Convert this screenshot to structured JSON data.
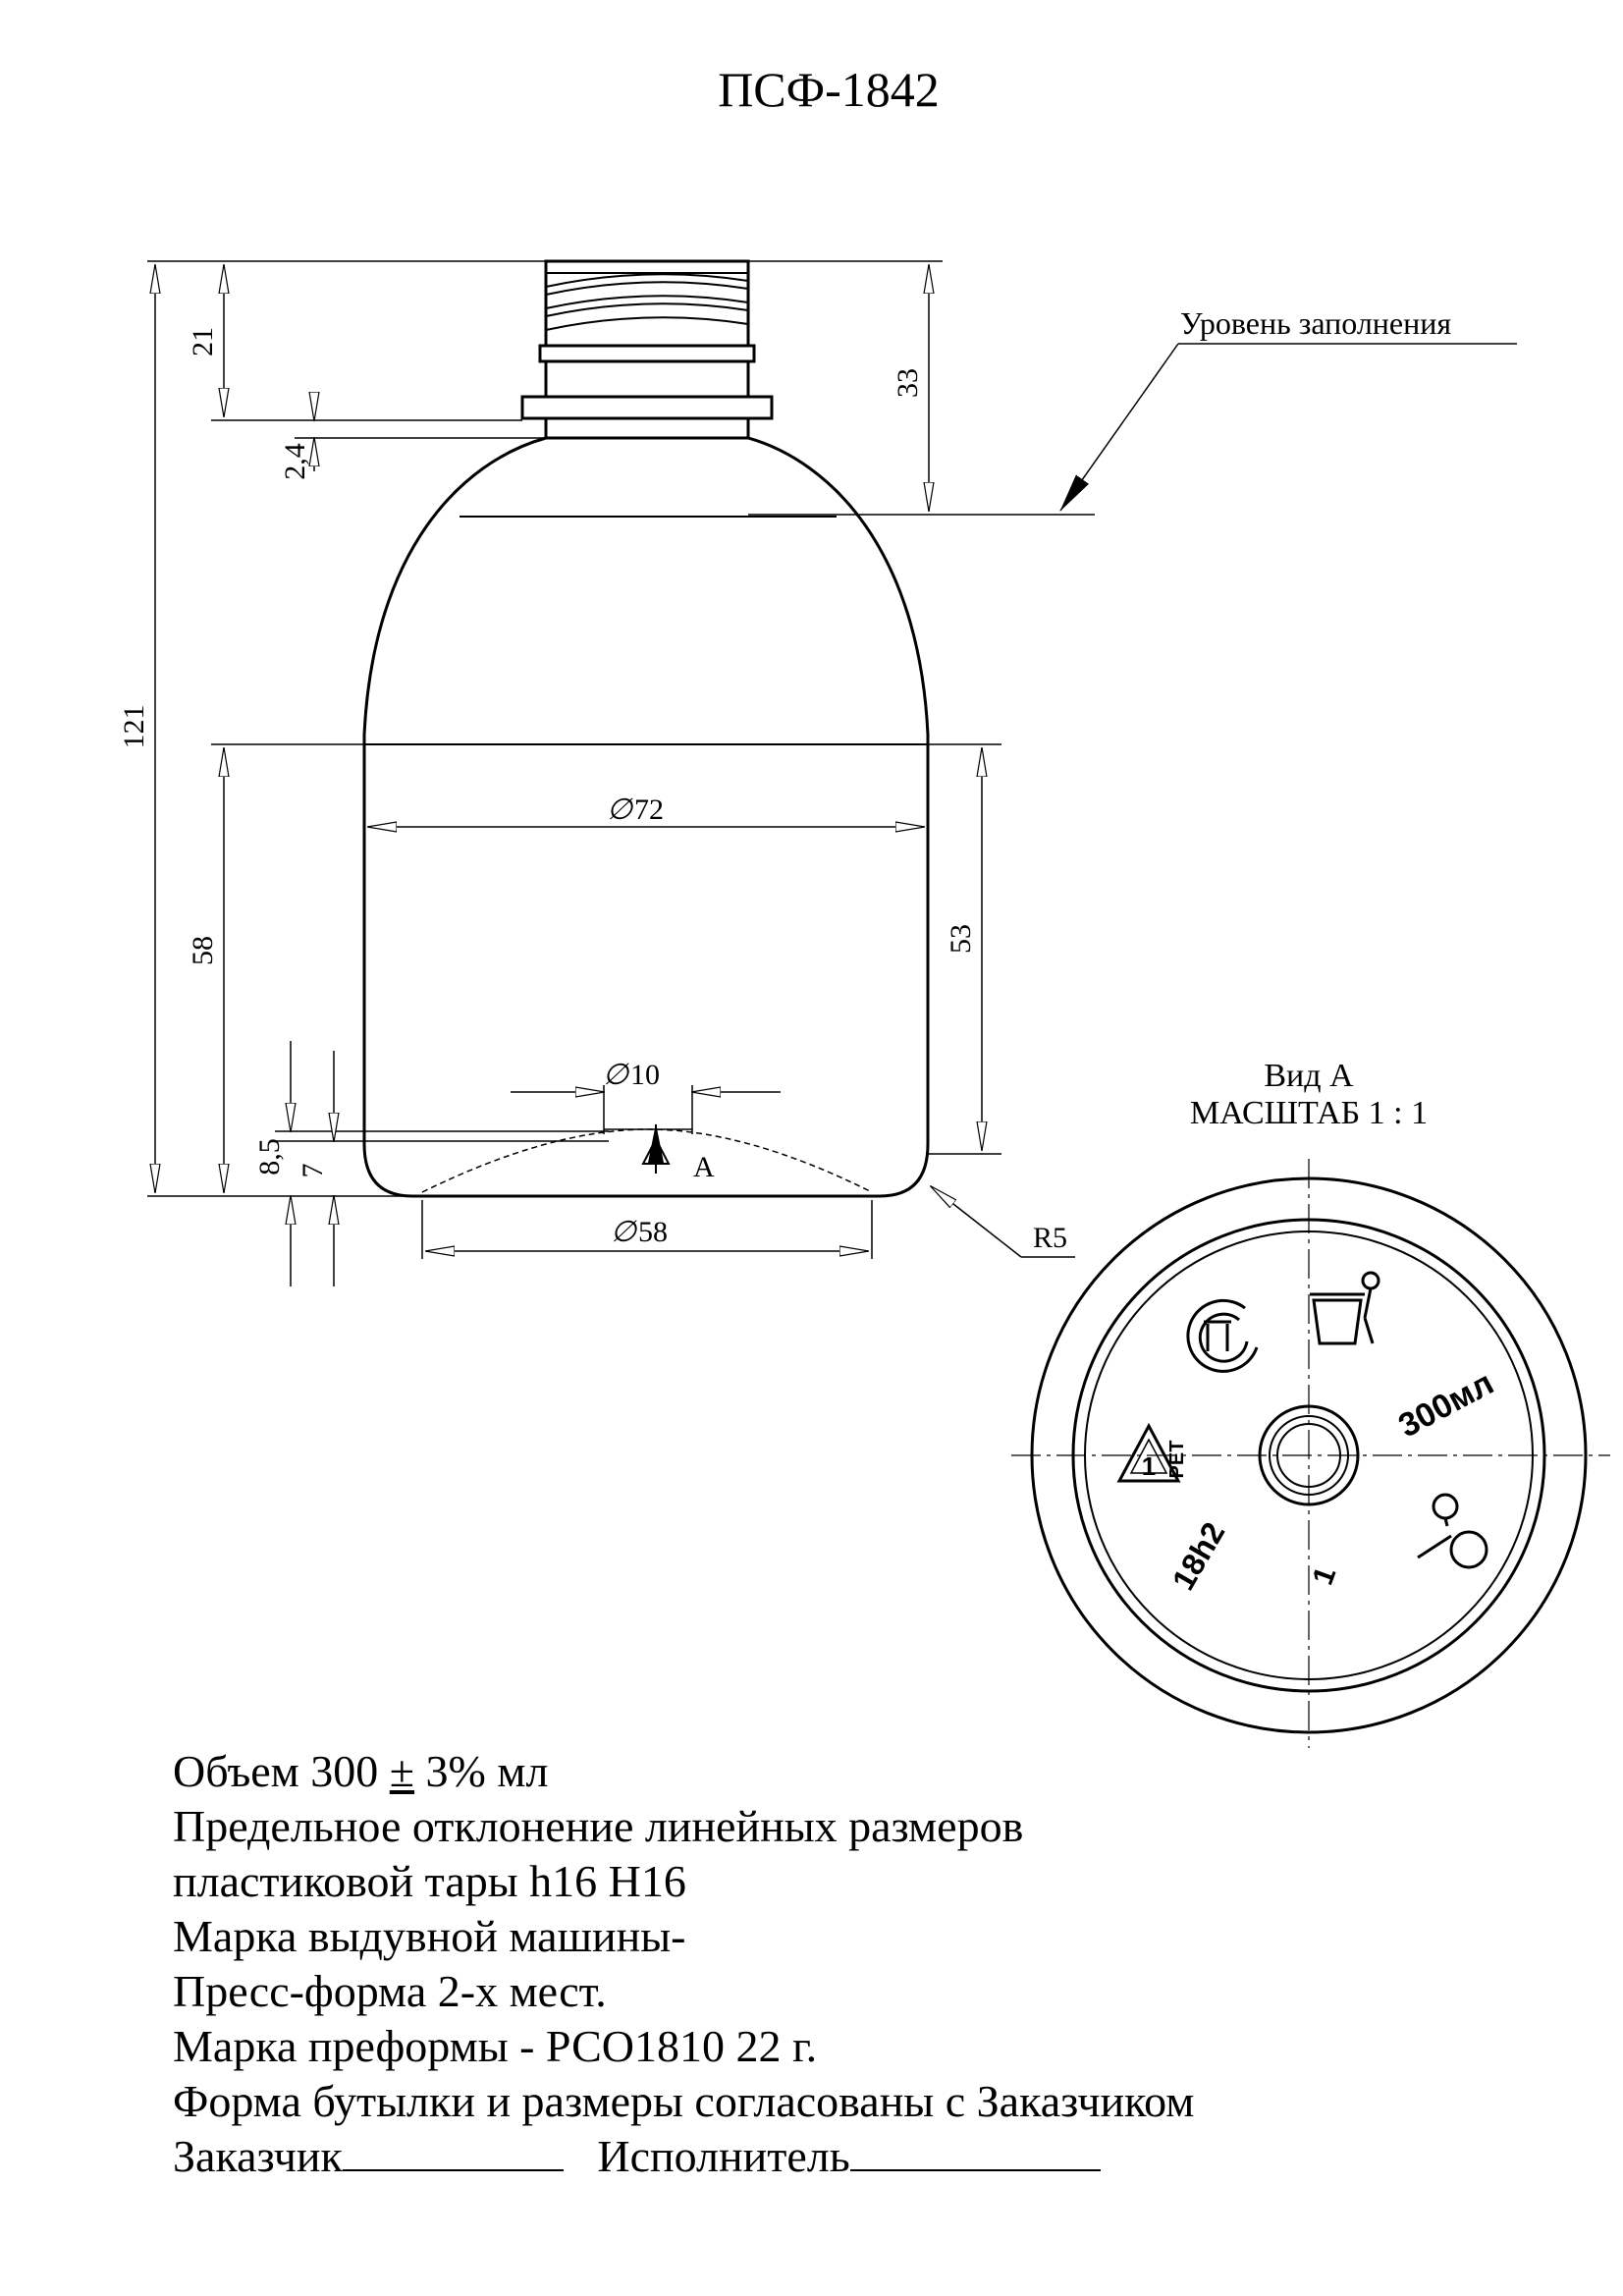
{
  "title": "ПСФ-1842",
  "annotations": {
    "fill_level": "Уровень заполнения",
    "view_label": "Вид А",
    "scale_label": "МАСШТАБ 1 : 1",
    "section_letter": "А",
    "radius": "R5"
  },
  "dimensions": {
    "total_height": "121",
    "neck_height": "21",
    "fill_height": "33",
    "collar": "2,4",
    "body_label_height": "58",
    "body_right_height": "53",
    "base_dim_1": "8,5",
    "base_dim_2": "7",
    "body_diameter": "72",
    "center_diameter": "10",
    "base_diameter": "58"
  },
  "base_markings": {
    "volume": "300мл",
    "mold_code": "18h2",
    "material": "PET",
    "recycle_number": "1",
    "cavity_number": "1"
  },
  "spec": {
    "volume_prefix": "Объем 300",
    "volume_pm": "±",
    "volume_suffix": "3% мл",
    "line2": "Предельное отклонение линейных размеров",
    "line3": "пластиковой тары h16 H16",
    "line4": "Марка выдувной машины-",
    "line5": "Пресс-форма 2-х мест.",
    "line6": "Марка преформы - РСО1810 22 г.",
    "line7": "Форма бутылки и размеры согласованы с Заказчиком",
    "customer_label": "Заказчик",
    "contractor_label": "Исполнитель"
  }
}
